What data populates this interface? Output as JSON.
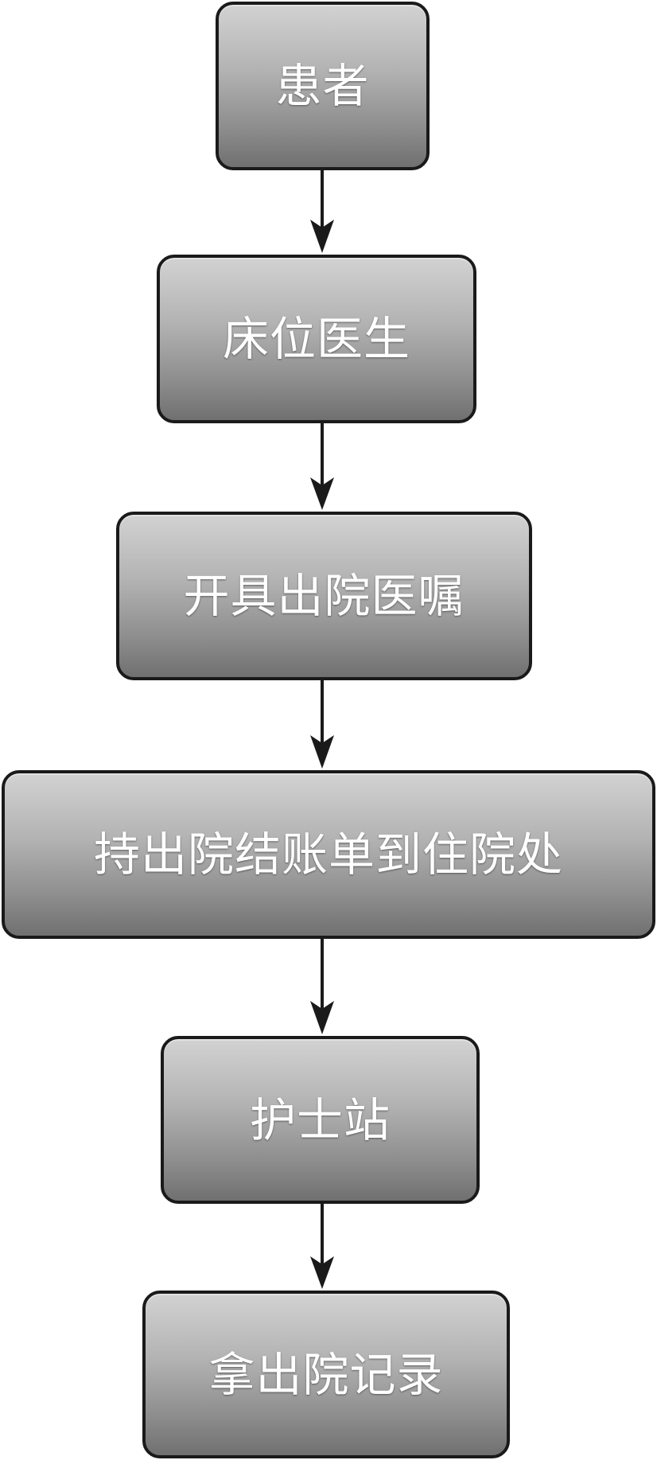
{
  "steps": [
    {
      "label": "患者"
    },
    {
      "label": "床位医生"
    },
    {
      "label": "开具出院医嘱"
    },
    {
      "label": "持出院结账单到住院处"
    },
    {
      "label": "护士站"
    },
    {
      "label": "拿出院记录"
    }
  ],
  "colors": {
    "box_border": "#1a1a1a",
    "box_gradient_top": "#d2d2d2",
    "box_gradient_bottom": "#707070",
    "label_text": "#ffffff",
    "arrow": "#1a1a1a"
  }
}
